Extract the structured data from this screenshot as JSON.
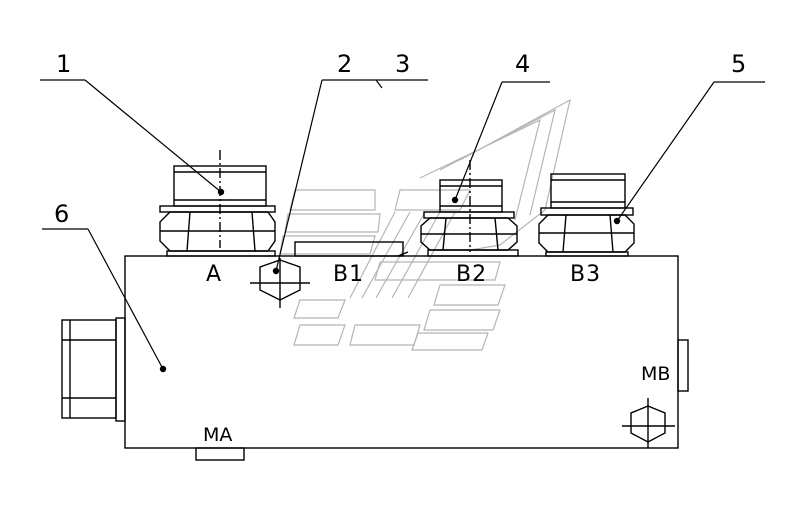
{
  "drawing": {
    "callouts": [
      "1",
      "2",
      "3",
      "4",
      "5",
      "6"
    ],
    "ports": {
      "a": "A",
      "b1": "B1",
      "b2": "B2",
      "b3": "B3",
      "ma": "MA",
      "mb": "MB"
    },
    "colors": {
      "line": "#000000",
      "watermark": "#b5b5b5",
      "background": "#ffffff"
    }
  }
}
